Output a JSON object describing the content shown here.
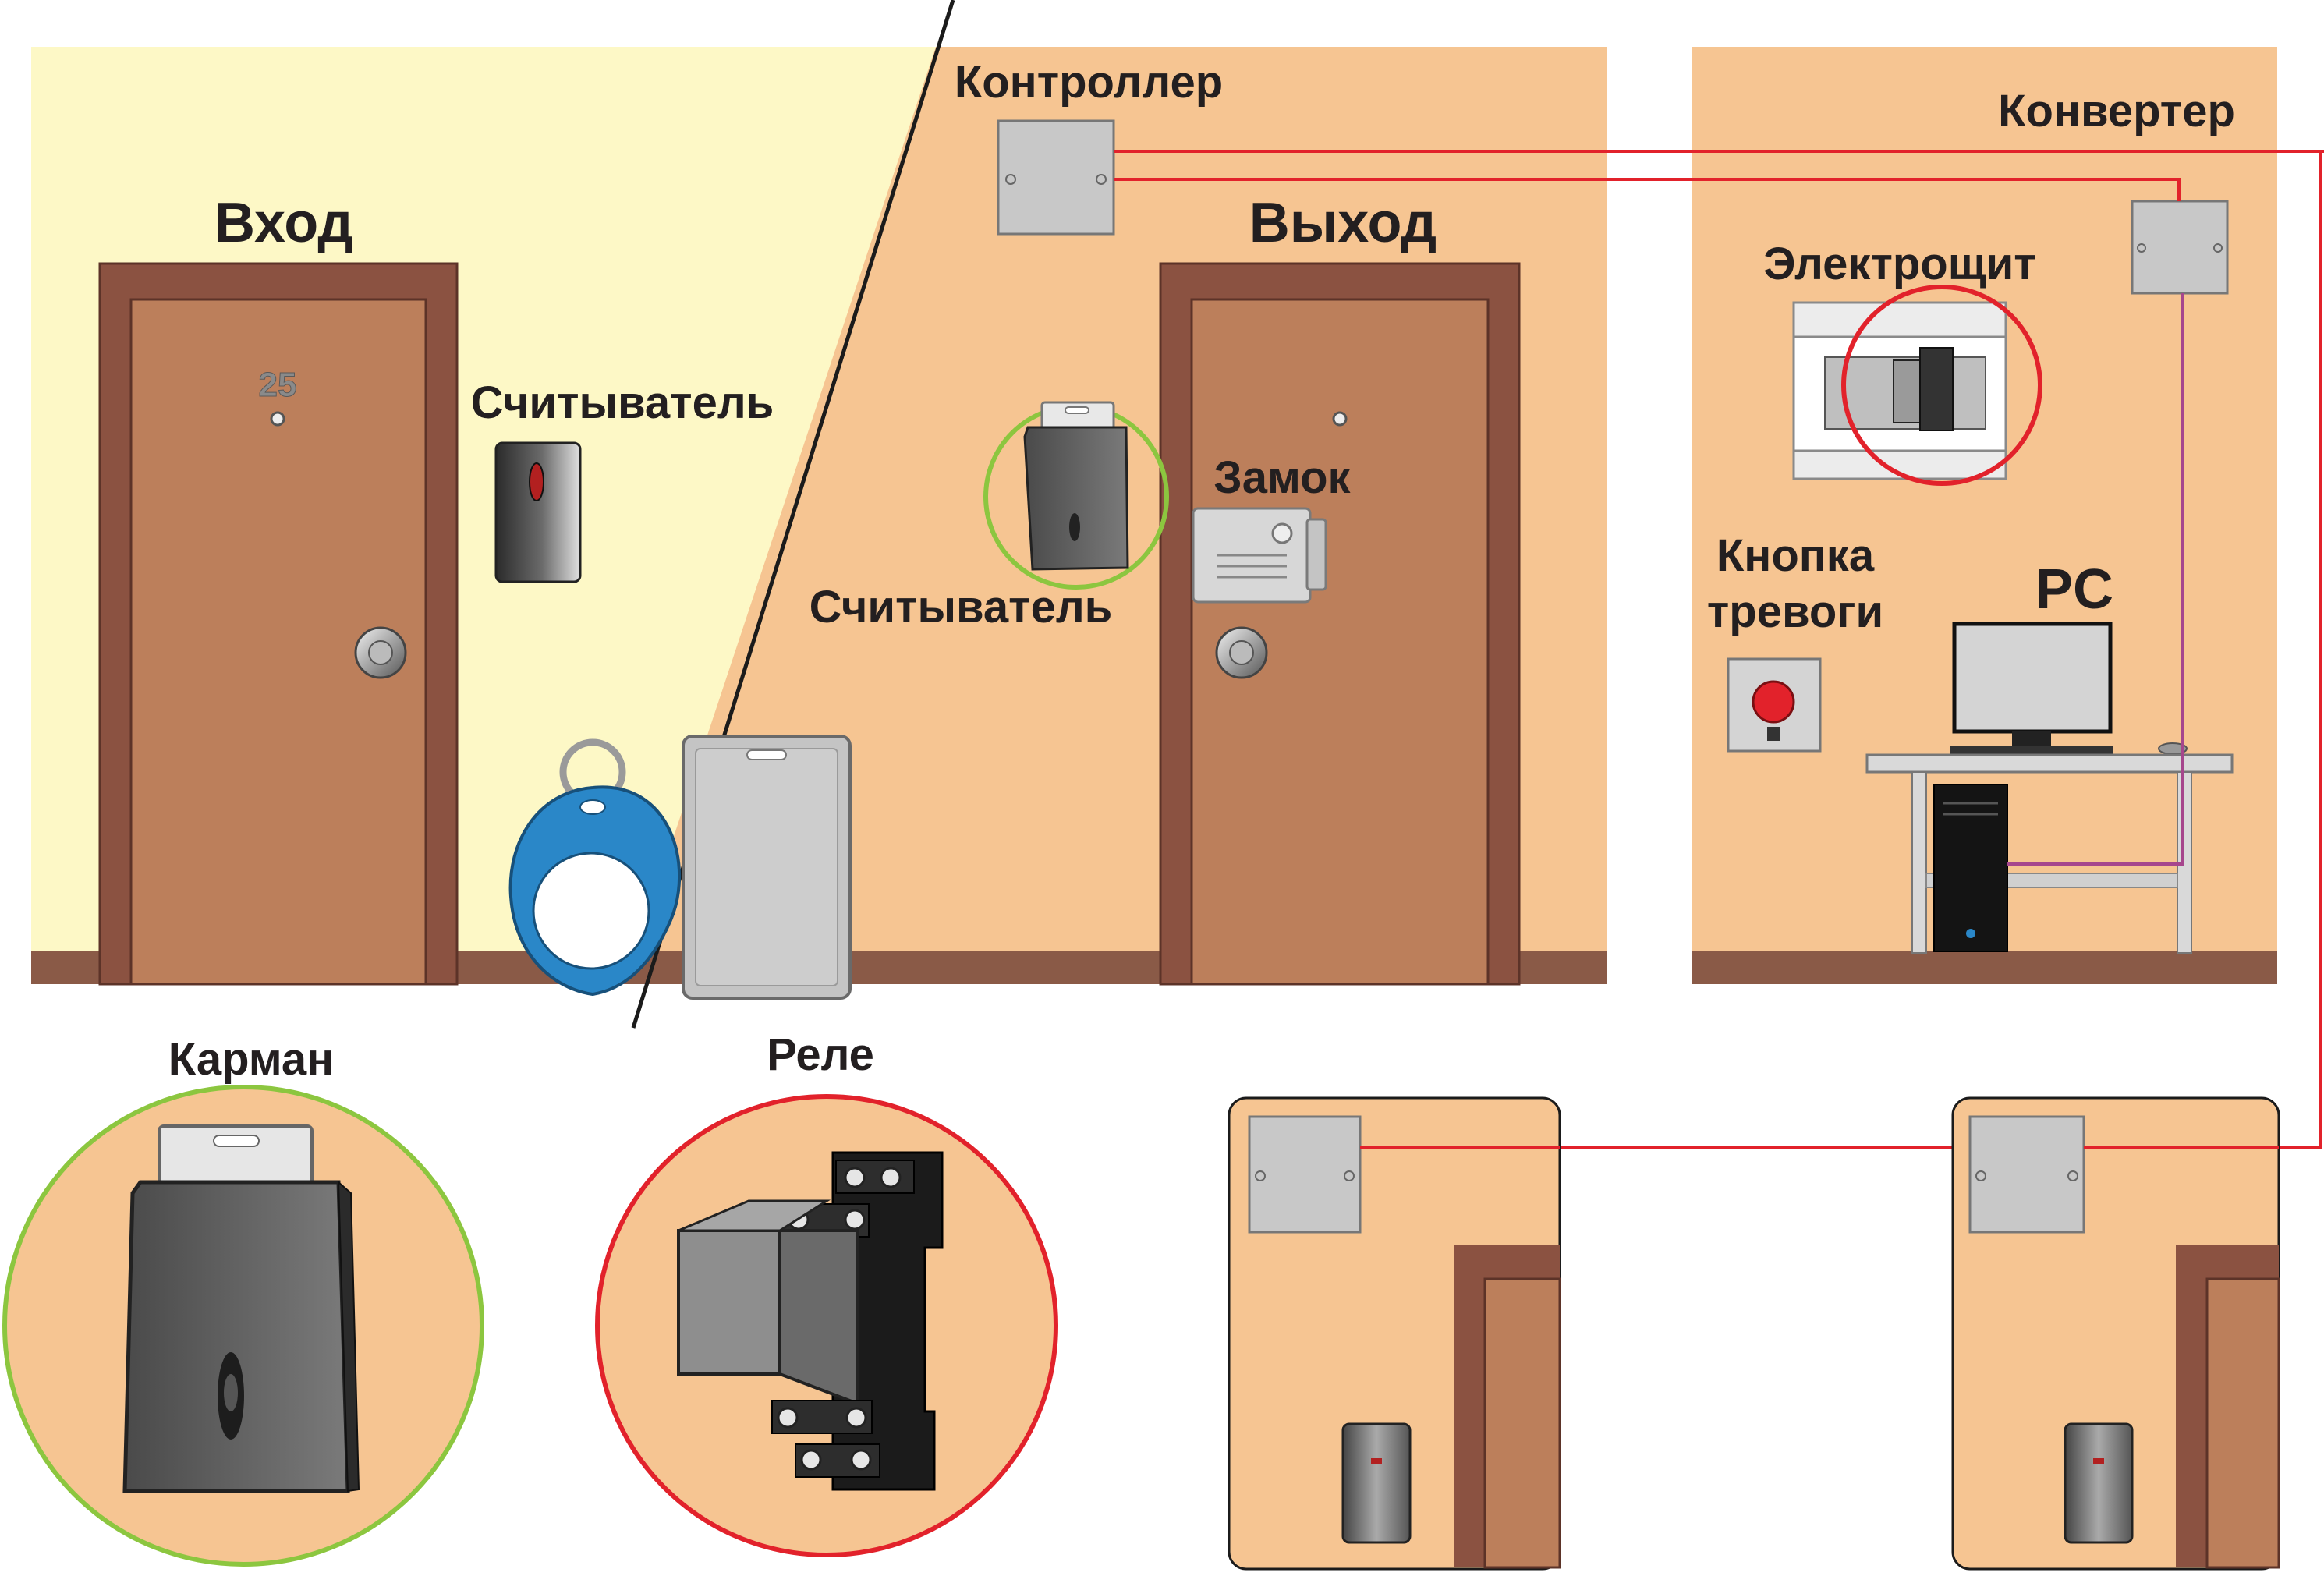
{
  "labels": {
    "entrance": "Вход",
    "exit": "Выход",
    "reader_left": "Считыватель",
    "reader_mid": "Считыватель",
    "controller": "Контроллер",
    "converter": "Конвертер",
    "panel": "Электрощит",
    "lock": "Замок",
    "alarm_line1": "Кнопка",
    "alarm_line2": "тревоги",
    "pc": "PC",
    "pocket": "Карман",
    "relay": "Реле",
    "door_number": "25"
  },
  "colors": {
    "corridor_wall": "#fdf8c6",
    "room_wall": "#f6c592",
    "door_frame": "#8b5241",
    "door_leaf": "#bc7f5b",
    "floor": "#8a5a47",
    "wire_red": "#e2222b",
    "wire_purple": "#a6468d",
    "highlight_green": "#8cc63f",
    "highlight_red": "#e2222b",
    "tag_blue": "#2a87c8",
    "device_gray": "#c8c8c8",
    "reader_dark": "#5a5a5a"
  }
}
